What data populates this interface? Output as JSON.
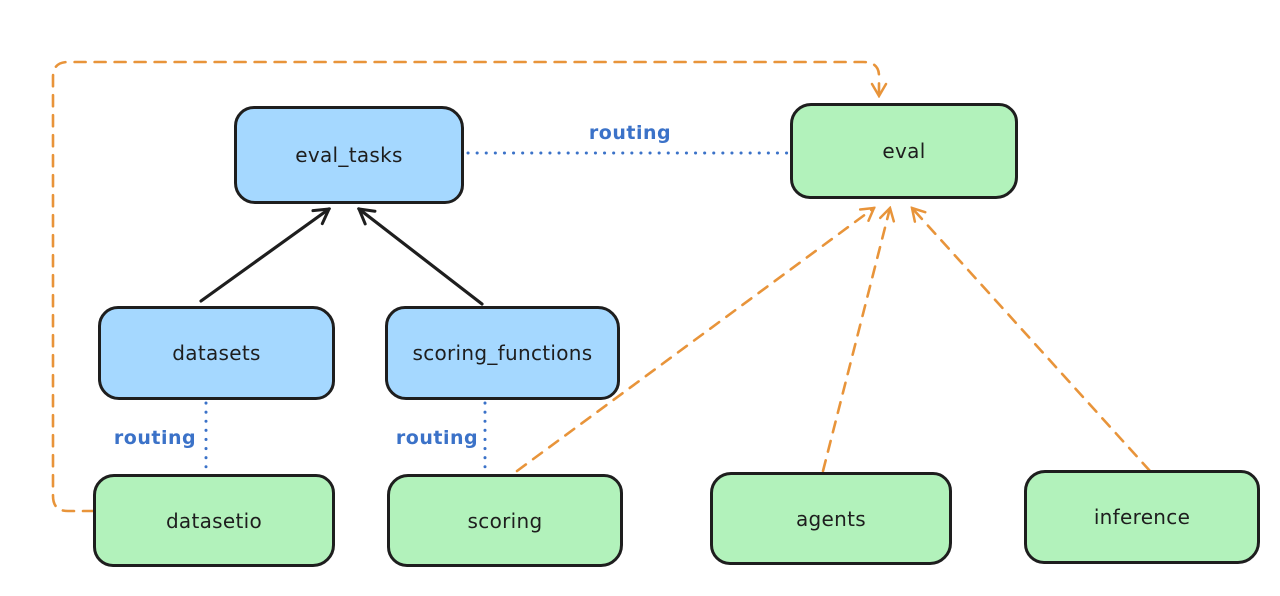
{
  "diagram": {
    "nodes": [
      {
        "id": "eval_tasks",
        "label": "eval_tasks",
        "color": "blue"
      },
      {
        "id": "eval",
        "label": "eval",
        "color": "green"
      },
      {
        "id": "datasets",
        "label": "datasets",
        "color": "blue"
      },
      {
        "id": "scoring_functions",
        "label": "scoring_functions",
        "color": "blue"
      },
      {
        "id": "datasetio",
        "label": "datasetio",
        "color": "green"
      },
      {
        "id": "scoring",
        "label": "scoring",
        "color": "green"
      },
      {
        "id": "agents",
        "label": "agents",
        "color": "green"
      },
      {
        "id": "inference",
        "label": "inference",
        "color": "green"
      }
    ],
    "edges": [
      {
        "from": "eval_tasks",
        "to": "eval",
        "label": "routing",
        "style": "dotted-blue"
      },
      {
        "from": "datasets",
        "to": "datasetio",
        "label": "routing",
        "style": "dotted-blue"
      },
      {
        "from": "scoring_functions",
        "to": "scoring",
        "label": "routing",
        "style": "dotted-blue"
      },
      {
        "from": "datasets",
        "to": "eval_tasks",
        "label": "",
        "style": "solid-black-arrow"
      },
      {
        "from": "scoring_functions",
        "to": "eval_tasks",
        "label": "",
        "style": "solid-black-arrow"
      },
      {
        "from": "datasetio",
        "to": "eval",
        "label": "",
        "style": "dashed-orange-arrow"
      },
      {
        "from": "scoring",
        "to": "eval",
        "label": "",
        "style": "dashed-orange-arrow"
      },
      {
        "from": "agents",
        "to": "eval",
        "label": "",
        "style": "dashed-orange-arrow"
      },
      {
        "from": "inference",
        "to": "eval",
        "label": "",
        "style": "dashed-orange-arrow"
      }
    ],
    "colors": {
      "blue_node_fill": "#a5d8ff",
      "green_node_fill": "#b2f2bb",
      "node_stroke": "#1e1e1e",
      "orange_edge": "#e8943a",
      "blue_edge": "#3b72c8",
      "background": "#ffffff"
    }
  }
}
